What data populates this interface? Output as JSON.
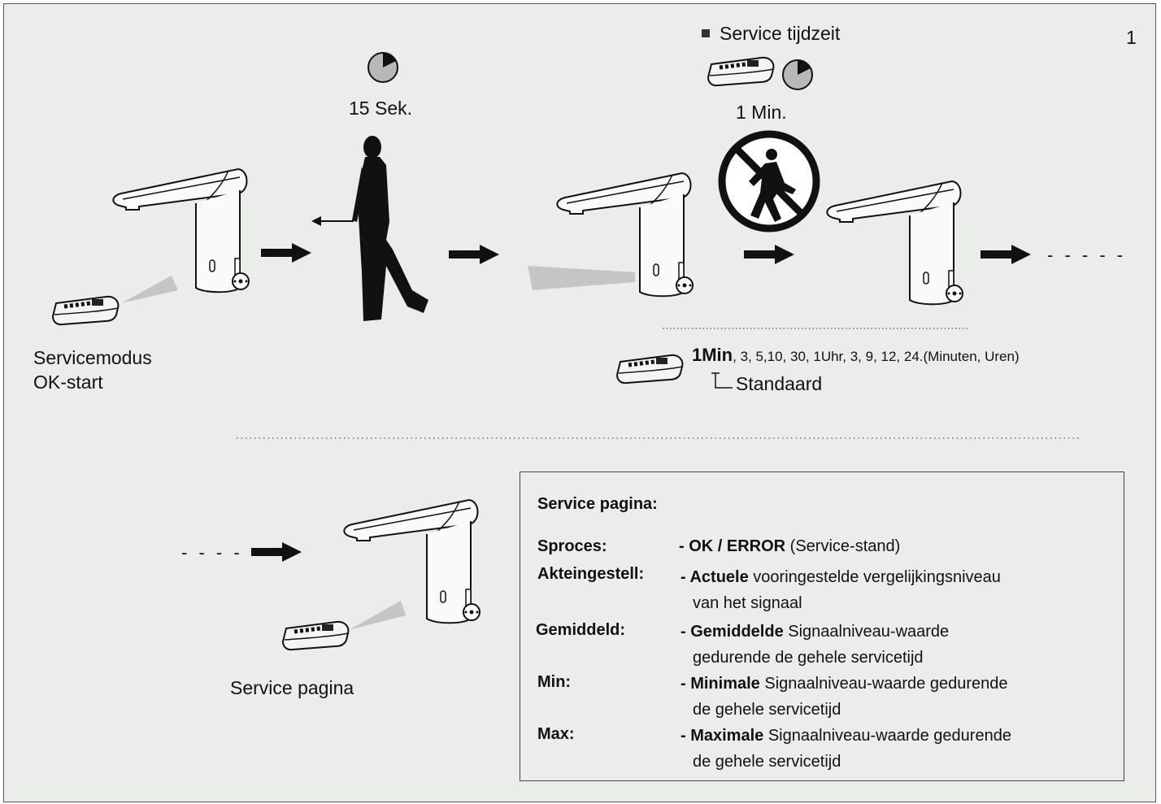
{
  "page_number": "1",
  "top_row": {
    "wait_time": "15 Sek.",
    "service_time_title": "Service tijdzeit",
    "service_time_value": "1 Min.",
    "servicemodus_line1": "Servicemodus",
    "servicemodus_line2": "OK-start",
    "time_options_bold": "1Min",
    "time_options_rest": ", 3, 5,10, 30, 1Uhr, 3, 9, 12, 24.(Minuten, Uren)",
    "default_label": "Standaard",
    "continuation": "- - - - -"
  },
  "bottom_row": {
    "continuation": "- - - - -",
    "service_page_label": "Service pagina"
  },
  "info_box": {
    "title": "Service pagina:",
    "rows": [
      {
        "key": "Sproces:",
        "bold": "OK / ERROR",
        "text": " (Service-stand)",
        "cont": ""
      },
      {
        "key": "Akteingestell:",
        "bold": "Actuele",
        "text": " vooringestelde vergelijkingsniveau",
        "cont": "van het signaal"
      },
      {
        "key": "Gemiddeld:",
        "bold": "Gemiddelde",
        "text": " Signaalniveau-waarde",
        "cont": "gedurende de gehele servicetijd"
      },
      {
        "key": "Min:",
        "bold": "Minimale",
        "text": " Signaalniveau-waarde gedurende",
        "cont": "de gehele servicetijd"
      },
      {
        "key": "Max:",
        "bold": "Maximale",
        "text": " Signaalniveau-waarde gedurende",
        "cont": "de gehele servicetijd"
      }
    ]
  },
  "icons": {
    "timer": "timer-icon",
    "remote": "remote-control-icon",
    "faucet": "sensor-faucet-icon",
    "person": "walking-person-icon",
    "no_person": "no-pedestrian-icon",
    "arrow": "right-arrow-icon"
  },
  "colors": {
    "background": "#ebedeb",
    "ink": "#111111",
    "timer_fill": "#b8b8b8",
    "beam": "#c4c6c4"
  }
}
